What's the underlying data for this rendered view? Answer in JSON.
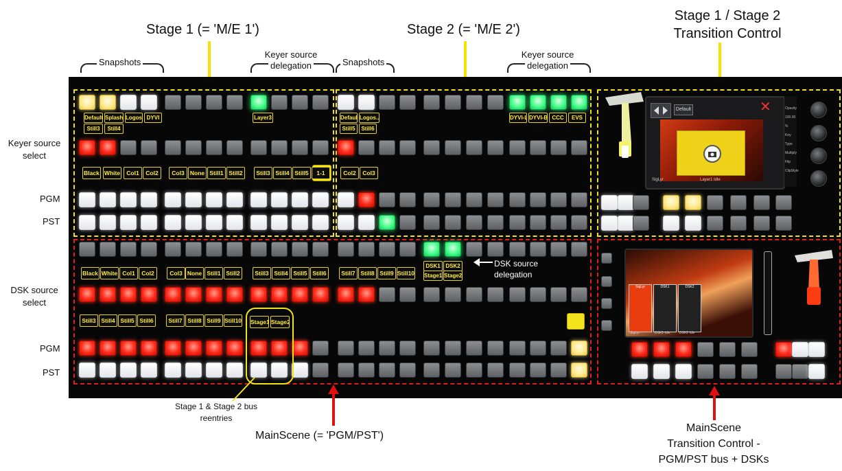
{
  "headings": {
    "stage1": "Stage 1 (= 'M/E 1')",
    "stage2": "Stage 2 (= 'M/E 2')",
    "transition_line1": "Stage 1 / Stage 2",
    "transition_line2": "Transition Control"
  },
  "section_labels": {
    "snapshots_1": "Snapshots",
    "keyer_deleg_1_line1": "Keyer source",
    "keyer_deleg_1_line2": "delegation",
    "snapshots_2": "Snapshots",
    "keyer_deleg_2_line1": "Keyer source",
    "keyer_deleg_2_line2": "delegation"
  },
  "row_labels": {
    "keyer_select_line1": "Keyer source",
    "keyer_select_line2": "select",
    "pgm_top": "PGM",
    "pst_top": "PST",
    "dsk_select_line1": "DSK source",
    "dsk_select_line2": "select",
    "pgm_bottom": "PGM",
    "pst_bottom": "PST"
  },
  "callouts": {
    "dsk_deleg_line1": "DSK source",
    "dsk_deleg_line2": "delegation",
    "reentry_line1": "Stage 1 & Stage 2 bus",
    "reentry_line2": "reentries",
    "mainscene": "MainScene (= 'PGM/PST')",
    "mainscene_tc_line1": "MainScene",
    "mainscene_tc_line2": "Transition Control -",
    "mainscene_tc_line3": "PGM/PST bus + DSKs"
  },
  "button_labels": {
    "snap1": [
      "Default",
      "Splash",
      "Logos",
      "DYVI"
    ],
    "snap1b": [
      "Still3",
      "Still4"
    ],
    "layer": "Layer3",
    "snap2": [
      "Default",
      "Logos..."
    ],
    "snap2b": [
      "Still5",
      "Still6"
    ],
    "deleg2": [
      "DYVI-LR",
      "DYVI-Ba...",
      "CCC",
      "EVS"
    ],
    "keyer_row": [
      "Black",
      "White",
      "Col1",
      "Col2",
      "Col3",
      "None",
      "Still1",
      "Still2",
      "Still3",
      "Still4",
      "Still5",
      "1-1",
      "Col2",
      "Col3"
    ],
    "dsk_row": [
      "Black",
      "White",
      "Col1",
      "Col2",
      "Col3",
      "None",
      "Still1",
      "Still2",
      "Still3",
      "Still4",
      "Still5",
      "Still6",
      "Still7",
      "Still8",
      "Still9",
      "Still10"
    ],
    "dsk_deleg": [
      "DSK1",
      "DSK2",
      "Stage1",
      "Stage2"
    ],
    "dsk_row2": [
      "Still3",
      "Still4",
      "Still5",
      "Still6",
      "Still7",
      "Still8",
      "Still9",
      "Still10"
    ],
    "reentry": [
      "Stage1",
      "Stage2"
    ]
  },
  "screen_top": {
    "btn": "Default",
    "side": [
      "Opacity",
      "100.00 %",
      "Key Type",
      "Multiply",
      "Flip",
      "ClipStyle"
    ],
    "bottom": [
      "SigLyr",
      "Layer1 Idle"
    ]
  },
  "screen_bottom": {
    "cols": [
      "SigLyr",
      "DSK1",
      "DSK2"
    ],
    "bottom": [
      "SigLyr",
      "DSK1 Idle",
      "DSK2 Idle"
    ]
  },
  "colors": {
    "yellow_box": "#f2e21a",
    "red_box": "#e11d1d",
    "arrow_yellow": "#f5e400",
    "arrow_red": "#e01010",
    "label_text": "#ffec3d"
  }
}
